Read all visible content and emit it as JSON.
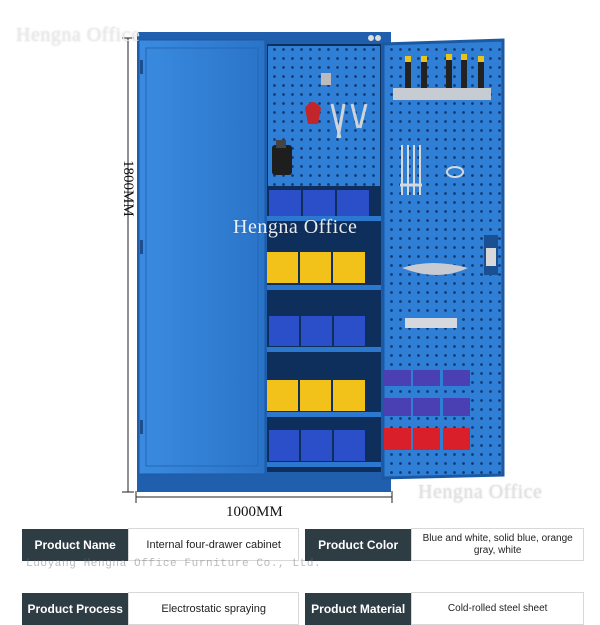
{
  "watermarks": {
    "top": "Hengna Office",
    "middle": "Hengna Office",
    "bottom": "Hengna Office",
    "table": "Luoyang Hengna Office Furniture Co., Ltd."
  },
  "dimensions": {
    "height": "1800MM",
    "width": "1000MM"
  },
  "specs": {
    "name_label": "Product Name",
    "name_value": "Internal four-drawer cabinet",
    "color_label": "Product Color",
    "color_value": "Blue and white, solid blue, orange gray, white",
    "process_label": "Product Process",
    "process_value": "Electrostatic spraying",
    "material_label": "Product Material",
    "material_value": "Cold-rolled steel sheet"
  },
  "colors": {
    "cabinet_blue": "#2f7fd6",
    "cabinet_dark": "#1f5fae",
    "bin_blue": "#2b4fc9",
    "bin_yellow": "#f3c21a",
    "bin_purple": "#4a3fb3",
    "bin_red": "#d81f2a",
    "label_bg": "#2e3c44"
  }
}
